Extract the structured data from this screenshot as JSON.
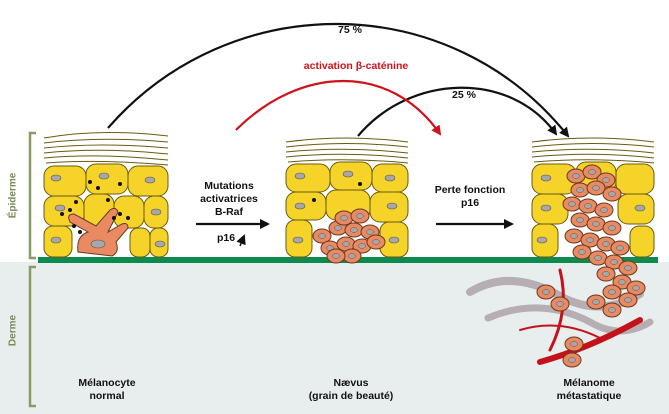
{
  "layers": {
    "epidermis": "Épiderme",
    "dermis": "Derme"
  },
  "stages": {
    "normal": "Mélanocyte\nnormal",
    "naevus": "Nævus\n(grain de beauté)",
    "melanoma": "Mélanome\nmétastatique"
  },
  "transitions": {
    "mutations": "Mutations\nactivatrices\nB-Raf",
    "p16": "p16",
    "loss": "Perte fonction\np16",
    "beta_catenin": "activation β-caténine",
    "pct_75": "75 %",
    "pct_25": "25 %"
  },
  "colors": {
    "dermis_bg": "#e8eeee",
    "membrane": "#0d8a4e",
    "keratinocyte": "#f5d328",
    "cell_outline": "#6b5a10",
    "nucleus": "#a7a7a7",
    "melanocyte": "#e98a63",
    "beta_catenin_arrow": "#d0121b",
    "bracket": "#8a9a63"
  }
}
